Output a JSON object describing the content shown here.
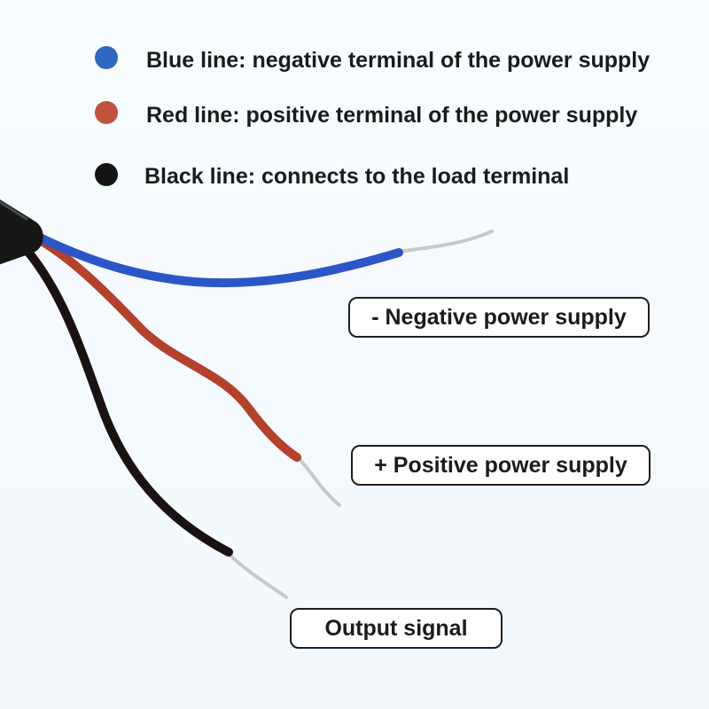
{
  "legend": [
    {
      "color": "#2f67c1",
      "text": "Blue line: negative terminal of the power supply"
    },
    {
      "color": "#c0523e",
      "text": "Red line: positive terminal of the power supply"
    },
    {
      "color": "#141414",
      "text": "Black line: connects to the load terminal"
    }
  ],
  "callouts": {
    "negative": "- Negative power supply",
    "positive": "+ Positive power supply",
    "output": "Output signal"
  },
  "colors": {
    "blue_wire": "#2c56c8",
    "red_wire": "#b5412a",
    "black_wire": "#1a1212",
    "jacket": "#161616",
    "conductor": "#c9c9c9"
  }
}
